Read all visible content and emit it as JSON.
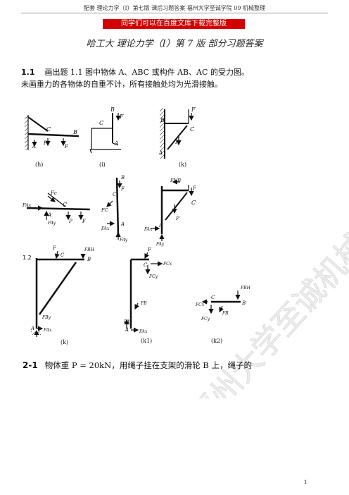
{
  "header": "配套 理论力学（I）第七版  课后习题答案  福州大学至诚学院 09 机械整理",
  "banner": "同学们可以在百度文库下载完整版",
  "title": "哈工大 理论力学（I）第 7 版 部分习题答案",
  "problem_1": {
    "number": "1.1",
    "line1": "画出题 1.1 图中物体 A、ABC 或构件 AB、AC 的受力图。",
    "line2": "未画重力的各物体的自重不计，所有接触处均为光滑接触。"
  },
  "figure_captions": [
    "(h)",
    "(i)",
    "(k)",
    "(k)",
    "(k1)",
    "(k2)"
  ],
  "section_label": "1.2",
  "problem_2": {
    "number": "2-1",
    "text": "物体重 P = 20kN，用绳子挂在支架的滑轮 B 上，绳子的"
  },
  "page_number": "1",
  "watermark": "福州大学至诚机械整理"
}
